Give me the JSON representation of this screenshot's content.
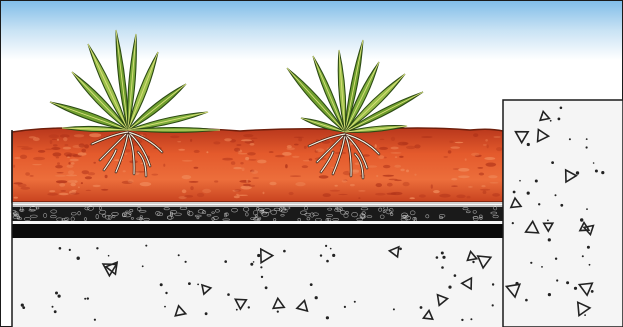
{
  "diagram": {
    "subject": "green-roof-cross-section",
    "layers": [
      {
        "name": "sky",
        "color": "#8ec4ea"
      },
      {
        "name": "soil-substrate",
        "color": "#e0552a"
      },
      {
        "name": "drainage-gravel",
        "color": "#151515"
      },
      {
        "name": "waterproof-membrane",
        "color": "#000000"
      },
      {
        "name": "concrete-slab",
        "color": "#f4f4f4"
      },
      {
        "name": "parapet-wall",
        "color": "#f4f4f4"
      }
    ],
    "plants": [
      {
        "name": "plant-left"
      },
      {
        "name": "plant-right"
      }
    ],
    "colors": {
      "outline": "#1a1a1a",
      "leaf": "#7fae3c",
      "leaf_light": "#d9e07a",
      "root": "#f3eadb",
      "soil_dark": "#b2341a",
      "soil_light": "#f08a5a",
      "aggregate": "#222222"
    }
  }
}
